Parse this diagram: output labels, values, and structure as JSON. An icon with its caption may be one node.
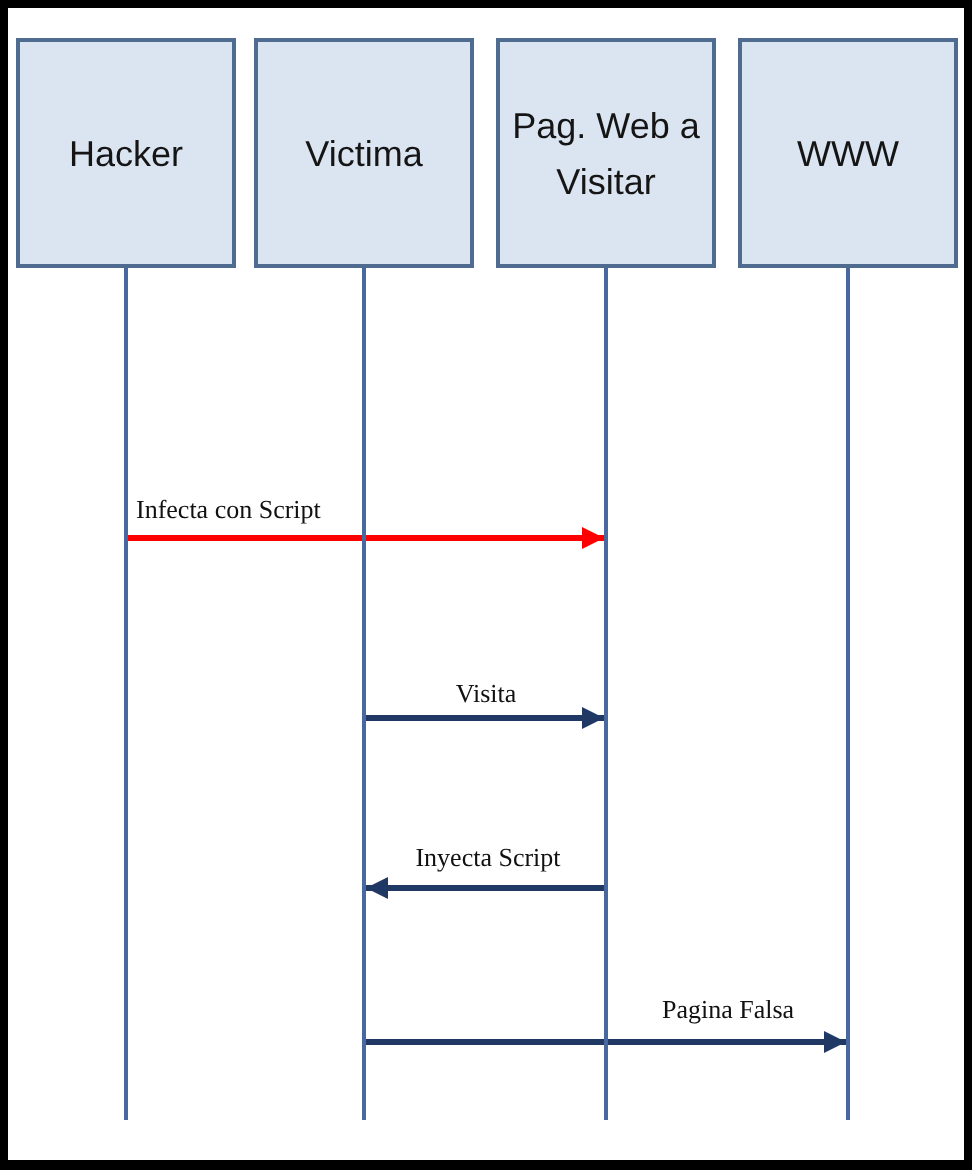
{
  "diagram": {
    "nodes": [
      {
        "text": [
          "Hacker"
        ]
      },
      {
        "text": [
          "Victima"
        ]
      },
      {
        "text": [
          "Pag. Web a Visitar"
        ]
      },
      {
        "text": [
          "WWW"
        ]
      },
      {
        "text": [],
        "shape": "line"
      },
      {
        "text": [],
        "shape": "line"
      },
      {
        "text": [],
        "shape": "line"
      },
      {
        "text": [],
        "shape": "line"
      }
    ],
    "edges": [
      {
        "from": 4,
        "to": 6,
        "arrow": "to",
        "label": "Infecta con Script",
        "color": "#ff0000"
      },
      {
        "from": 5,
        "to": 6,
        "arrow": "to",
        "label": "Visita"
      },
      {
        "from": 6,
        "to": 5,
        "arrow": "to",
        "label": "Inyecta Script"
      },
      {
        "from": 5,
        "to": 7,
        "arrow": "to",
        "label": "Pagina Falsa"
      }
    ]
  }
}
